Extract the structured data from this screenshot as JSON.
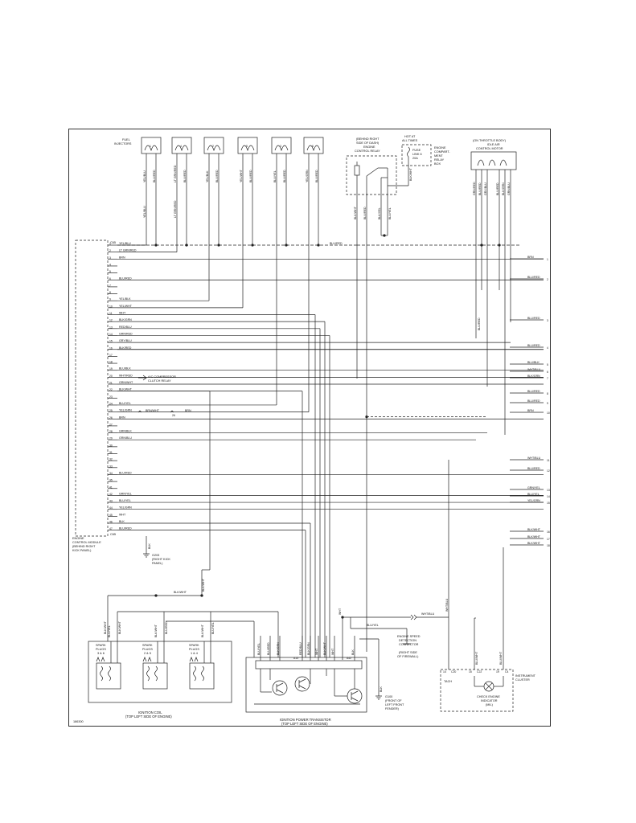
{
  "diagram_id": "186300",
  "ecm": {
    "connector_top": "C65",
    "connector_bottom": "C65",
    "label_lines": [
      "ENGINE",
      "CONTROL MODULE",
      "(BEHIND RIGHT",
      "KICK PANEL)"
    ],
    "pins": [
      {
        "n": "1",
        "wire": "YEL/BLU"
      },
      {
        "n": "2",
        "wire": "LT GRN/RED"
      },
      {
        "n": "3",
        "wire": "BRN"
      },
      {
        "n": "4",
        "wire": ""
      },
      {
        "n": "5",
        "wire": ""
      },
      {
        "n": "6",
        "wire": "BLU/RED"
      },
      {
        "n": "7",
        "wire": ""
      },
      {
        "n": "8",
        "wire": ""
      },
      {
        "n": "9",
        "wire": "YEL/BLK"
      },
      {
        "n": "10",
        "wire": "YEL/WHT"
      },
      {
        "n": "11",
        "wire": "WHT"
      },
      {
        "n": "12",
        "wire": "BLK/GRN"
      },
      {
        "n": "13",
        "wire": "RED/BLU"
      },
      {
        "n": "14",
        "wire": "GRN/RED"
      },
      {
        "n": "15",
        "wire": "GRY/BLU"
      },
      {
        "n": "16",
        "wire": "BLK/RED"
      },
      {
        "n": "17",
        "wire": ""
      },
      {
        "n": "18",
        "wire": ""
      },
      {
        "n": "19",
        "wire": "BLU/BLK"
      },
      {
        "n": "20",
        "wire": "WHT/RED"
      },
      {
        "n": "21",
        "wire": "GRN/WHT"
      },
      {
        "n": "22",
        "wire": "BLK/WHT"
      },
      {
        "n": "23",
        "wire": ""
      },
      {
        "n": "24",
        "wire": "BLU/YEL"
      },
      {
        "n": "25",
        "wire": "YEL/GRN"
      },
      {
        "n": "26",
        "wire": "BRN"
      },
      {
        "n": "27",
        "wire": ""
      },
      {
        "n": "28",
        "wire": "GRN/BLK"
      },
      {
        "n": "29",
        "wire": "GRN/BLU"
      },
      {
        "n": "30",
        "wire": ""
      },
      {
        "n": "31",
        "wire": ""
      },
      {
        "n": "32",
        "wire": ""
      },
      {
        "n": "33",
        "wire": ""
      },
      {
        "n": "34",
        "wire": "BLU/RED"
      },
      {
        "n": "35",
        "wire": ""
      },
      {
        "n": "41",
        "wire": ""
      },
      {
        "n": "42",
        "wire": "GRN/YEL"
      },
      {
        "n": "43",
        "wire": "BLU/YEL"
      },
      {
        "n": "44",
        "wire": "YEL/GRN"
      },
      {
        "n": "45",
        "wire": "WHT"
      },
      {
        "n": "46",
        "wire": "BLK"
      },
      {
        "n": "47",
        "wire": "BLU/RED"
      }
    ]
  },
  "injectors": {
    "title_lines": [
      "FUEL",
      "INJECTORS"
    ],
    "items": [
      {
        "num": "1",
        "wires": [
          "YEL/BLU",
          "BLU/RED"
        ]
      },
      {
        "num": "4",
        "wires": [
          "LT GRN/RED",
          "BLU/RED"
        ]
      },
      {
        "num": "2",
        "wires": [
          "YEL/BLK",
          "BLU/RED"
        ]
      },
      {
        "num": "5",
        "wires": [
          "YEL/WHT",
          "BLU/RED"
        ]
      },
      {
        "num": "3",
        "wires": [
          "BLU/YEL",
          "BLU/RED"
        ]
      },
      {
        "num": "6",
        "wires": [
          "YEL/GRN",
          "BLU/RED"
        ]
      }
    ]
  },
  "relay": {
    "title_lines": [
      "(BEHIND RIGHT",
      "SIDE OF DASH)",
      "ENGINE",
      "CONTROL RELAY"
    ],
    "wires": [
      "BLK/WHT",
      "BLU/RED",
      "BLK/YEL",
      "BLU/YEL"
    ],
    "bus_label": "BLU/RED"
  },
  "fuse": {
    "title_lines": [
      "HOT AT",
      "ALL TIMES"
    ],
    "link_lines": [
      "FUSE",
      "LINK 6",
      "20A"
    ],
    "box_lines": [
      "ENGINE",
      "COMPART-",
      "MENT",
      "RELAY",
      "BOX"
    ],
    "wire": "BLK/WHT"
  },
  "idle_motor": {
    "title_lines": [
      "(ON THROTTLE BODY)",
      "IDLE AIR",
      "CONTROL MOTOR"
    ],
    "wires": [
      "GRN/RED",
      "BLU/RED",
      "GRY/BLU",
      "BLU/RED",
      "BLK/GRN",
      "GRN/BLU"
    ]
  },
  "right_outputs": [
    {
      "label": "BRN",
      "n": "1"
    },
    {
      "label": "BLU/RED",
      "n": "2"
    },
    {
      "label": "BLU/RED",
      "n": "3"
    },
    {
      "label": "BLU/RED",
      "n": "4"
    },
    {
      "label": "BLU/BLK",
      "n": "5"
    },
    {
      "label": "WHT/BLU",
      "n": "6"
    },
    {
      "label": "BLK/GRN",
      "n": "7"
    },
    {
      "label": "BLU/RED",
      "n": "8"
    },
    {
      "label": "BLU/RED",
      "n": "9"
    },
    {
      "label": "BRN",
      "n": "10"
    },
    {
      "label": "WHT/BLU",
      "n": "11"
    },
    {
      "label": "BLU/RED",
      "n": "12"
    },
    {
      "label": "GRN/YEL",
      "n": "13"
    },
    {
      "label": "BLU/YEL",
      "n": "14"
    },
    {
      "label": "YEL/GRN",
      "n": "15"
    },
    {
      "label": "BLK/WHT",
      "n": "16"
    },
    {
      "label": "BLK/WHT",
      "n": "17"
    },
    {
      "label": "BLK/WHT",
      "n": "18"
    }
  ],
  "ac_relay": {
    "label_lines": [
      "A/C COMPRESSOR",
      "CLUTCH RELAY"
    ]
  },
  "brn_splice": {
    "left": "BRN/WHT",
    "right": "BRN",
    "pin": "26"
  },
  "ground_g203": {
    "wire": "BLK",
    "label_lines": [
      "G203",
      "(RIGHT KICK",
      "PANEL)"
    ]
  },
  "coil_feed": {
    "top": "BLK/WHT",
    "bus": "BLK/WHT",
    "left": "BLK/WHT"
  },
  "spark_plugs": [
    {
      "label_lines": [
        "SPARK",
        "PLUGS",
        "3 & 6"
      ],
      "wire_a": "BLU/YEL",
      "wire_b": "BLK/WHT"
    },
    {
      "label_lines": [
        "SPARK",
        "PLUGS",
        "2 & 5"
      ],
      "wire_a": "BLK/WHT",
      "wire_b": "BLU/RED"
    },
    {
      "label_lines": [
        "SPARK",
        "PLUGS",
        "1 & 4"
      ],
      "wire_a": "BLK/WHT",
      "wire_b": "BLU/YEL"
    }
  ],
  "ignition_coil": {
    "label_lines": [
      "IGNITION COIL",
      "(TOP LEFT SIDE OF ENGINE)"
    ]
  },
  "transistor": {
    "label_lines": [
      "IGNITION POWER TRANSISTOR",
      "(TOP LEFT SIDE OF ENGINE)"
    ],
    "wires": [
      "BLU/YEL",
      "BLU/RED",
      "BLK/GRN",
      "RED/BLU",
      "BLK/GRN",
      "WHT",
      "BLK/WHT",
      "WHT",
      "BLK"
    ],
    "conn_a": "A13",
    "conn_b": "A42"
  },
  "ground_g100": {
    "wire": "BLK",
    "label_lines": [
      "G100",
      "(FRONT OF",
      "LEFT FRONT",
      "FENDER)"
    ]
  },
  "speed_connector": {
    "label_lines": [
      "ENGINE SPEED",
      "DETECTION",
      "CONNECTOR",
      "(RIGHT SIDE",
      "OF FIREWALL)"
    ]
  },
  "tach_wires": {
    "wht": "WHT",
    "blu_yel": "BLU/YEL",
    "wht_blu": "WHT/BLU"
  },
  "cluster": {
    "wires": [
      "WHT/BLU",
      "BLU/WHT",
      "BLU/WHT"
    ],
    "pins": [
      "14",
      "C20",
      "15",
      "C22",
      "19",
      "C4"
    ],
    "tach_label": "TACH",
    "label_lines": [
      "INSTRUMENT",
      "CLUSTER"
    ],
    "check_lines": [
      "CHECK ENGINE",
      "INDICATOR",
      "(MIL)"
    ]
  }
}
